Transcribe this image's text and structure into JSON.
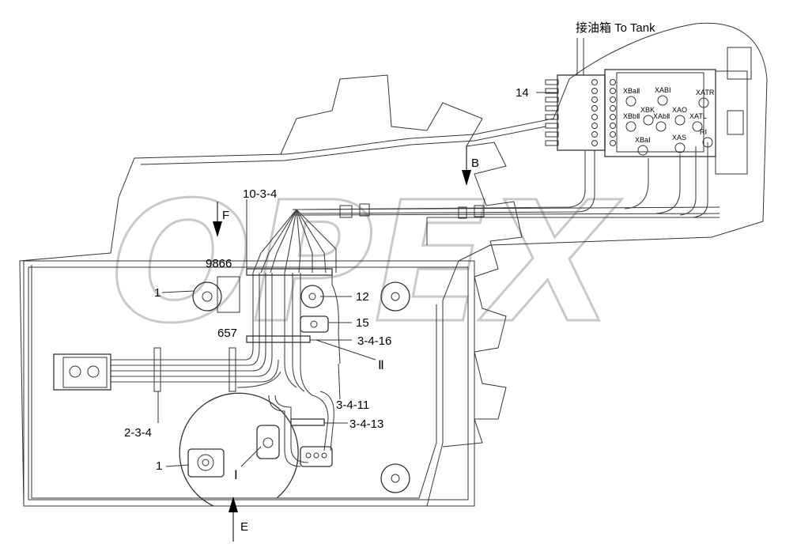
{
  "title": "接油箱 To Tank",
  "watermark": "OPEX",
  "callouts": {
    "c14": "14",
    "c10_3_4": "10-3-4",
    "c9866": "9866",
    "c657": "657",
    "c1a": "1",
    "c1b": "1",
    "c12": "12",
    "c15": "15",
    "c3_4_16": "3-4-16",
    "c3_4_11": "3-4-11",
    "c3_4_13": "3-4-13",
    "c2_3_4": "2-3-4"
  },
  "views": {
    "B": "B",
    "F": "F",
    "E": "E"
  },
  "details": {
    "I": "Ⅰ",
    "II": "Ⅱ"
  },
  "valve_ports": [
    "XBaⅡ",
    "XABⅠ",
    "XBK",
    "XAO",
    "XATR",
    "XBbⅡ",
    "XAbⅡ",
    "XATL",
    "XBaⅠ",
    "XAS",
    "RⅠ"
  ],
  "colors": {
    "line": "#333333",
    "watermark": "#c9c9c9",
    "background": "#ffffff"
  }
}
